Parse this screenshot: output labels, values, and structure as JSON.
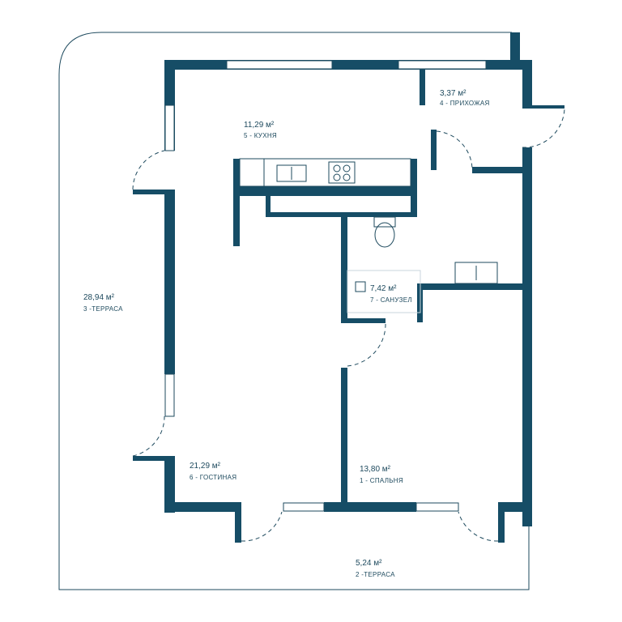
{
  "plan": {
    "accent_color": "#164d66",
    "rooms": [
      {
        "id": "kitchen",
        "area": "11,29 м²",
        "name": "5 - КУХНЯ"
      },
      {
        "id": "hallway",
        "area": "3,37 м²",
        "name": "4 - ПРИХОЖАЯ"
      },
      {
        "id": "terrace-3",
        "area": "28,94 м²",
        "name": "3 -ТЕРРАСА"
      },
      {
        "id": "bathroom",
        "area": "7,42 м²",
        "name": "7 - САНУЗЕЛ"
      },
      {
        "id": "living",
        "area": "21,29 м²",
        "name": "6 - ГОСТИНАЯ"
      },
      {
        "id": "bedroom",
        "area": "13,80 м²",
        "name": "1 - СПАЛЬНЯ"
      },
      {
        "id": "terrace-2",
        "area": "5,24 м²",
        "name": "2 -ТЕРРАСА"
      }
    ]
  }
}
